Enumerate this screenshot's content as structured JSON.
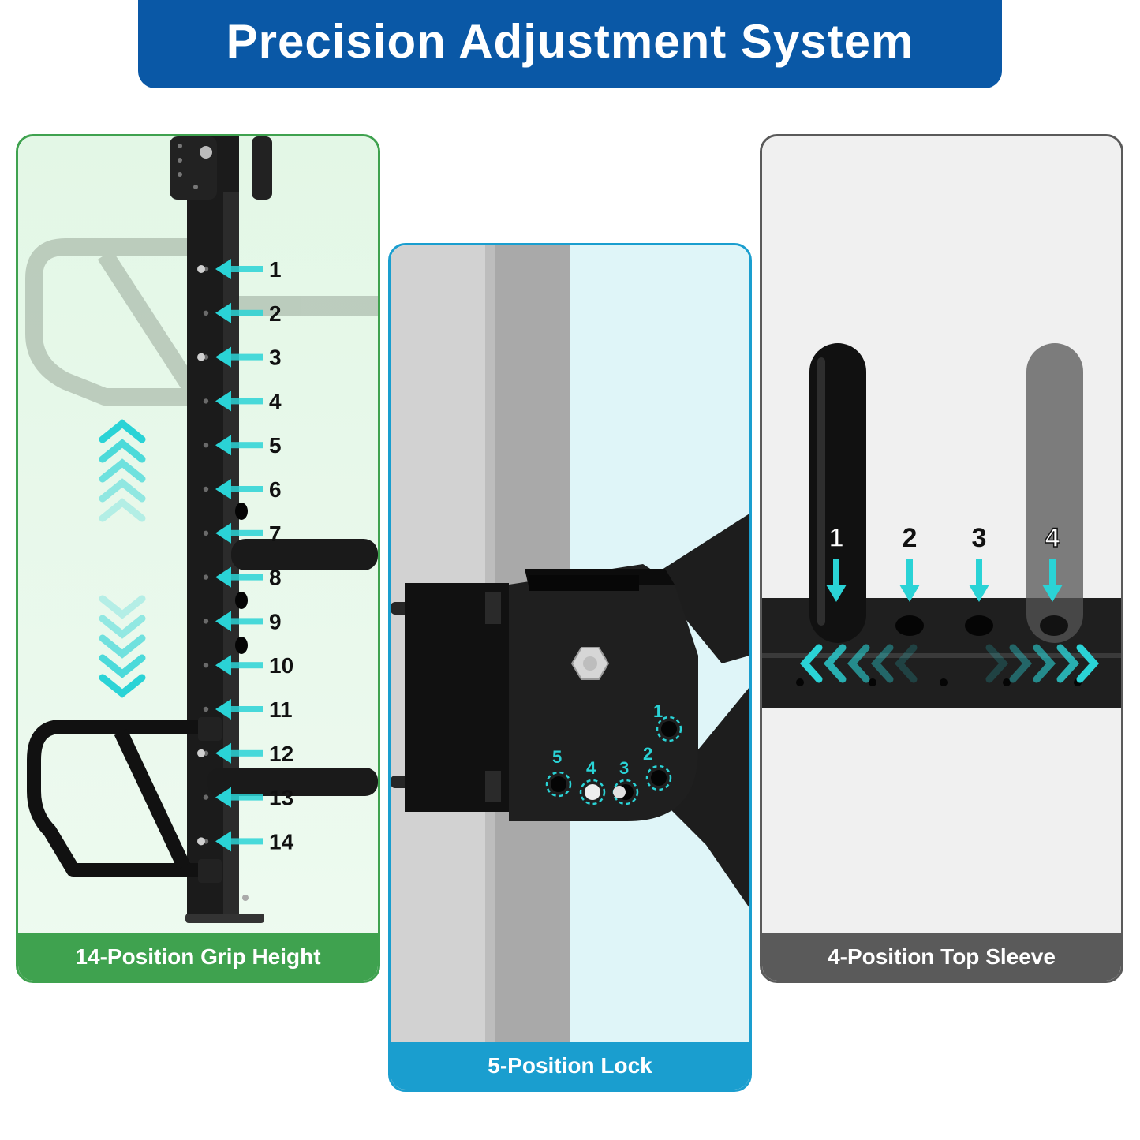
{
  "header": {
    "title": "Precision Adjustment System"
  },
  "colors": {
    "banner_blue": "#0a58a6",
    "grip_green": "#3fa24f",
    "lock_blue": "#1a9ecf",
    "sleeve_gray": "#5a5a5a",
    "arrow_cyan": "#2ad3d6"
  },
  "panels": {
    "grip": {
      "caption": "14-Position Grip Height",
      "positions": [
        "1",
        "2",
        "3",
        "4",
        "5",
        "6",
        "7",
        "8",
        "9",
        "10",
        "11",
        "12",
        "13",
        "14"
      ]
    },
    "lock": {
      "caption": "5-Position Lock",
      "positions": [
        "1",
        "2",
        "3",
        "4",
        "5"
      ]
    },
    "sleeve": {
      "caption": "4-Position Top Sleeve",
      "positions": [
        "1",
        "2",
        "3",
        "4"
      ]
    }
  }
}
